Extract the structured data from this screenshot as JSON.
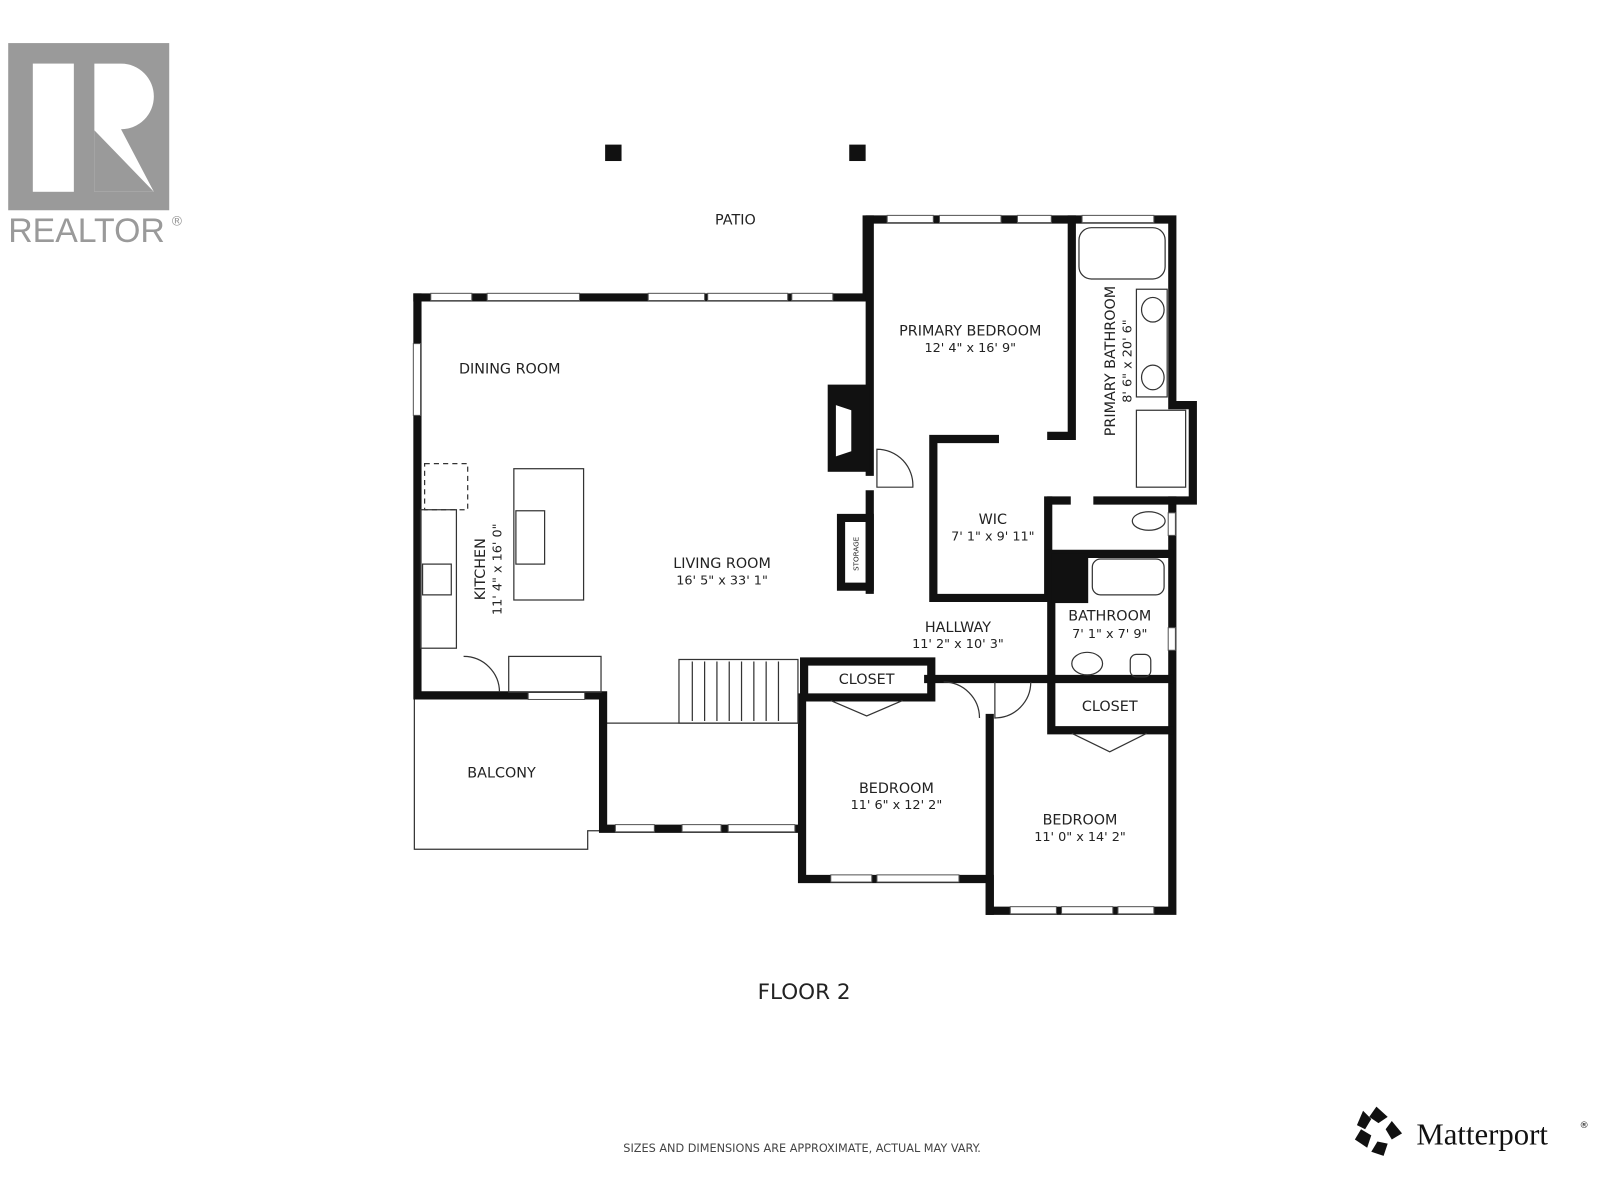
{
  "logo_realtor": {
    "text": "REALTOR",
    "mark": "®",
    "color": "#9a9a9a"
  },
  "logo_matterport": {
    "text": "Matterport",
    "mark": "®"
  },
  "floor_title": "FLOOR 2",
  "disclaimer": "SIZES AND DIMENSIONS ARE APPROXIMATE, ACTUAL MAY VARY.",
  "rooms": {
    "patio": {
      "name": "PATIO"
    },
    "dining": {
      "name": "DINING ROOM"
    },
    "kitchen": {
      "name": "KITCHEN",
      "dim": "11' 4\" x 16' 0\""
    },
    "living": {
      "name": "LIVING ROOM",
      "dim": "16' 5\" x 33' 1\""
    },
    "primary_bedroom": {
      "name": "PRIMARY BEDROOM",
      "dim": "12' 4\" x 16' 9\""
    },
    "primary_bathroom": {
      "name": "PRIMARY BATHROOM",
      "dim": "8' 6\" x 20' 6\""
    },
    "wic": {
      "name": "WIC",
      "dim": "7' 1\" x 9' 11\""
    },
    "storage": {
      "name": "STORAGE"
    },
    "hallway": {
      "name": "HALLWAY",
      "dim": "11' 2\" x 10' 3\""
    },
    "bathroom": {
      "name": "BATHROOM",
      "dim": "7' 1\" x 7' 9\""
    },
    "closet_left": {
      "name": "CLOSET"
    },
    "closet_right": {
      "name": "CLOSET"
    },
    "bedroom_left": {
      "name": "BEDROOM",
      "dim": "11' 6\" x 12' 2\""
    },
    "bedroom_right": {
      "name": "BEDROOM",
      "dim": "11' 0\" x 14' 2\""
    },
    "balcony": {
      "name": "BALCONY"
    }
  }
}
